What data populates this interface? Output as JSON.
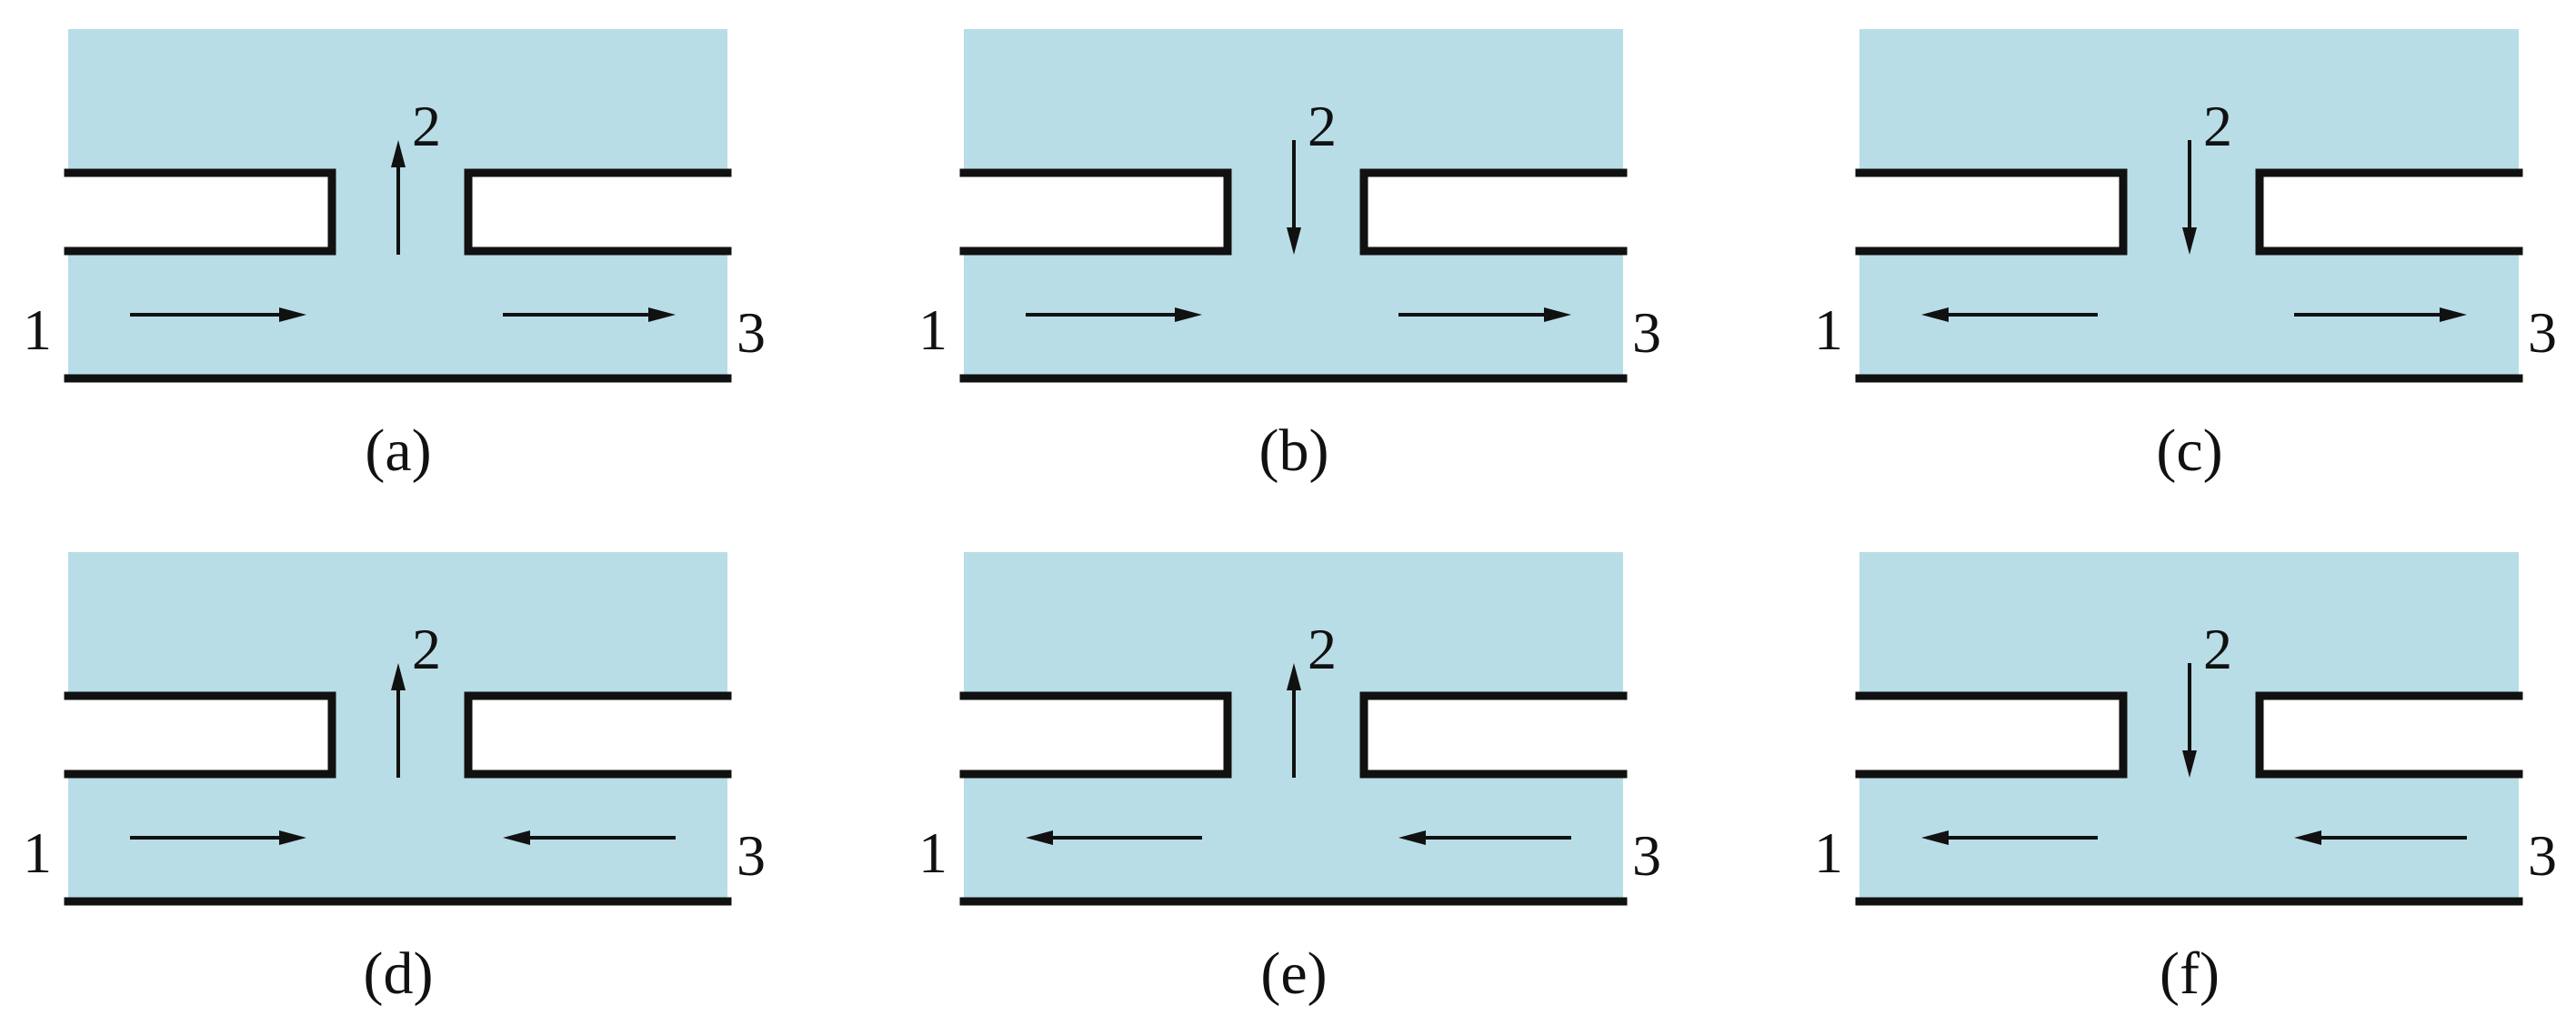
{
  "panels": [
    {
      "caption": "(a)",
      "port1": "1",
      "port2": "2",
      "port3": "3",
      "flow": {
        "branch": "up",
        "left": "right",
        "right": "right"
      }
    },
    {
      "caption": "(b)",
      "port1": "1",
      "port2": "2",
      "port3": "3",
      "flow": {
        "branch": "down",
        "left": "right",
        "right": "right"
      }
    },
    {
      "caption": "(c)",
      "port1": "1",
      "port2": "2",
      "port3": "3",
      "flow": {
        "branch": "down",
        "left": "left",
        "right": "right"
      }
    },
    {
      "caption": "(d)",
      "port1": "1",
      "port2": "2",
      "port3": "3",
      "flow": {
        "branch": "up",
        "left": "right",
        "right": "left"
      }
    },
    {
      "caption": "(e)",
      "port1": "1",
      "port2": "2",
      "port3": "3",
      "flow": {
        "branch": "up",
        "left": "left",
        "right": "left"
      }
    },
    {
      "caption": "(f)",
      "port1": "1",
      "port2": "2",
      "port3": "3",
      "flow": {
        "branch": "down",
        "left": "left",
        "right": "left"
      }
    }
  ],
  "colors": {
    "fluid": "#b8dde6",
    "wall": "#111111"
  }
}
